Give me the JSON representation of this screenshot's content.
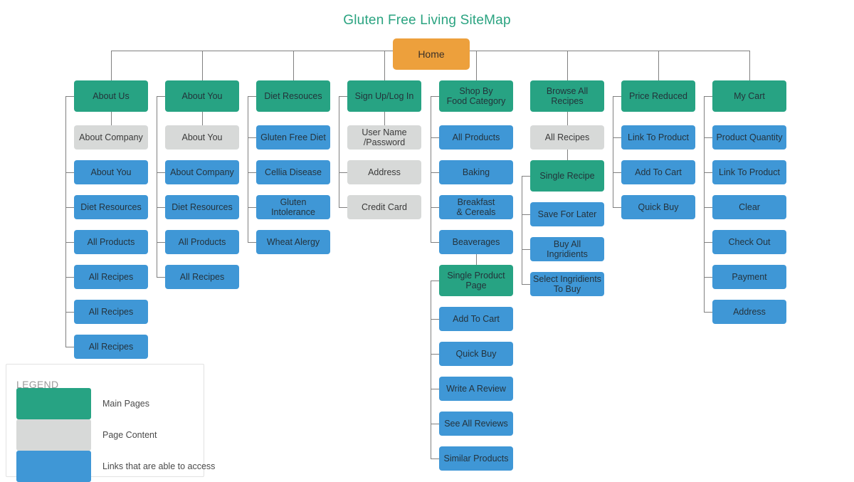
{
  "title": "Gluten Free Living SiteMap",
  "colors": {
    "main_pages": "#27a383",
    "page_content": "#d7d9d8",
    "links": "#3f97d6",
    "home": "#eda03c",
    "connector": "#808080",
    "title_text": "#2aa380"
  },
  "root": {
    "label": "Home"
  },
  "columns": [
    {
      "header": "About Us",
      "children": [
        {
          "label": "About Company",
          "type": "content"
        },
        {
          "label": "About You",
          "type": "link"
        },
        {
          "label": "Diet Resources",
          "type": "link"
        },
        {
          "label": "All Products",
          "type": "link"
        },
        {
          "label": "All Recipes",
          "type": "link"
        },
        {
          "label": "All Recipes",
          "type": "link"
        },
        {
          "label": "All Recipes",
          "type": "link"
        }
      ]
    },
    {
      "header": "About You",
      "children": [
        {
          "label": "About You",
          "type": "content"
        },
        {
          "label": "About Company",
          "type": "link"
        },
        {
          "label": "Diet Resources",
          "type": "link"
        },
        {
          "label": "All Products",
          "type": "link"
        },
        {
          "label": "All Recipes",
          "type": "link"
        }
      ]
    },
    {
      "header": "Diet Resouces",
      "children": [
        {
          "label": "Gluten Free Diet",
          "type": "link"
        },
        {
          "label": "Cellia Disease",
          "type": "link"
        },
        {
          "label": "Gluten\nIntolerance",
          "type": "link"
        },
        {
          "label": "Wheat Alergy",
          "type": "link"
        }
      ]
    },
    {
      "header": "Sign Up/Log In",
      "children": [
        {
          "label": "User Name\n/Password",
          "type": "content"
        },
        {
          "label": "Address",
          "type": "content"
        },
        {
          "label": "Credit Card",
          "type": "content"
        }
      ]
    },
    {
      "header": "Shop By\nFood Category",
      "children": [
        {
          "label": "All Products",
          "type": "link"
        },
        {
          "label": "Baking",
          "type": "link"
        },
        {
          "label": "Breakfast\n& Cereals",
          "type": "link"
        },
        {
          "label": "Beaverages",
          "type": "link"
        }
      ],
      "sub": {
        "header": "Single Product\nPage",
        "children": [
          {
            "label": "Add To Cart",
            "type": "link"
          },
          {
            "label": "Quick Buy",
            "type": "link"
          },
          {
            "label": "Write A Review",
            "type": "link"
          },
          {
            "label": "See All Reviews",
            "type": "link"
          },
          {
            "label": "Similar Products",
            "type": "link"
          }
        ]
      }
    },
    {
      "header": "Browse All\nRecipes",
      "stem": [
        {
          "label": "All Recipes",
          "type": "content"
        }
      ],
      "sub": {
        "header": "Single Recipe",
        "children": [
          {
            "label": "Save For Later",
            "type": "link"
          },
          {
            "label": "Buy All\nIngridients",
            "type": "link"
          },
          {
            "label": "Select Ingridients\nTo Buy",
            "type": "link"
          }
        ]
      }
    },
    {
      "header": "Price Reduced",
      "children": [
        {
          "label": "Link To Product",
          "type": "link"
        },
        {
          "label": "Add To Cart",
          "type": "link"
        },
        {
          "label": "Quick Buy",
          "type": "link"
        }
      ]
    },
    {
      "header": "My Cart",
      "children": [
        {
          "label": "Product Quantity",
          "type": "link"
        },
        {
          "label": "Link To Product",
          "type": "link"
        },
        {
          "label": "Clear",
          "type": "link"
        },
        {
          "label": "Check Out",
          "type": "link"
        },
        {
          "label": "Payment",
          "type": "link"
        },
        {
          "label": "Address",
          "type": "link"
        }
      ]
    }
  ],
  "legend": {
    "title": "LEGEND",
    "items": [
      {
        "label": "Main Pages",
        "color": "#27a383"
      },
      {
        "label": "Page Content",
        "color": "#d7d9d8"
      },
      {
        "label": "Links that are able to access",
        "color": "#3f97d6"
      }
    ]
  }
}
